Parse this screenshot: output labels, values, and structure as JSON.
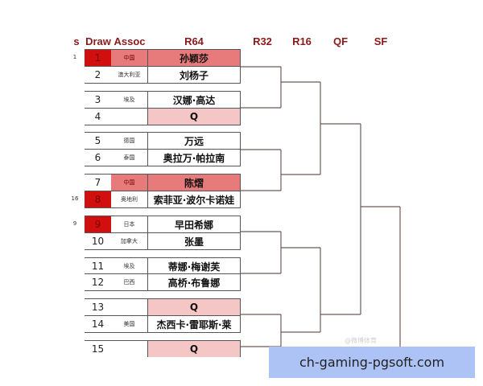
{
  "headers": {
    "seed": "s",
    "draw": "Draw",
    "assoc": "Assoc",
    "r64": "R64",
    "r32": "R32",
    "r16": "R16",
    "qf": "QF",
    "sf": "SF"
  },
  "colors": {
    "header": "#8b1a1a",
    "draw_seed": "#d20f0f",
    "seed_highlight": "#e77a7a",
    "qualifier": "#f5c6c6",
    "line": "#6b5a5a"
  },
  "entries": [
    {
      "seed": "1",
      "draw": "1",
      "assoc": "中国",
      "name": "孙颖莎",
      "draw_red": true,
      "assoc_red": true,
      "name_style": "red"
    },
    {
      "seed": "",
      "draw": "2",
      "assoc": "澳大利亚",
      "name": "刘杨子"
    },
    {
      "seed": "",
      "draw": "3",
      "assoc": "埃及",
      "name": "汉娜·高达"
    },
    {
      "seed": "",
      "draw": "4",
      "assoc": "",
      "name": "Q",
      "name_style": "q"
    },
    {
      "seed": "",
      "draw": "5",
      "assoc": "德国",
      "name": "万远"
    },
    {
      "seed": "",
      "draw": "6",
      "assoc": "泰国",
      "name": "奥拉万·帕拉南"
    },
    {
      "seed": "",
      "draw": "7",
      "assoc": "中国",
      "name": "陈熠",
      "assoc_red": true,
      "name_style": "red"
    },
    {
      "seed": "16",
      "draw": "8",
      "assoc": "奥地利",
      "name": "索菲亚·波尔卡诺娃",
      "draw_red": true
    },
    {
      "seed": "9",
      "draw": "9",
      "assoc": "日本",
      "name": "早田希娜",
      "draw_red": true
    },
    {
      "seed": "",
      "draw": "10",
      "assoc": "加拿大",
      "name": "张墨"
    },
    {
      "seed": "",
      "draw": "11",
      "assoc": "埃及",
      "name": "蒂娜·梅谢芙"
    },
    {
      "seed": "",
      "draw": "12",
      "assoc": "巴西",
      "name": "高桥·布鲁娜"
    },
    {
      "seed": "",
      "draw": "13",
      "assoc": "",
      "name": "Q",
      "name_style": "q"
    },
    {
      "seed": "",
      "draw": "14",
      "assoc": "美国",
      "name": "杰西卡·雷耶斯·莱"
    },
    {
      "seed": "",
      "draw": "15",
      "assoc": "",
      "name": "Q",
      "name_style": "q"
    }
  ],
  "watermark": {
    "text": "ch-gaming-pgsoft.com",
    "faint": "@微博体育"
  }
}
